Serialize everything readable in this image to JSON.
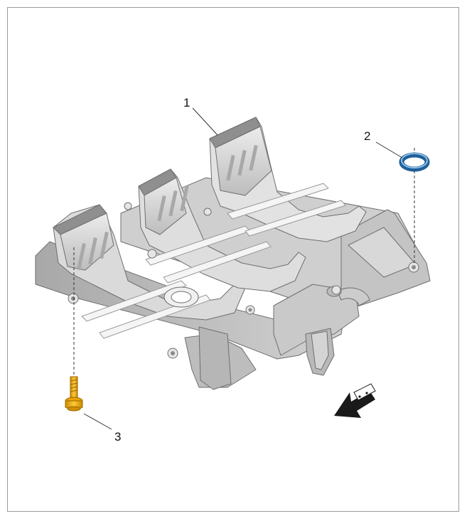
{
  "diagram": {
    "callouts": [
      {
        "id": "1",
        "label": "1",
        "part": "bearing-support"
      },
      {
        "id": "2",
        "label": "2",
        "part": "seal-ring"
      },
      {
        "id": "3",
        "label": "3",
        "part": "bolt"
      }
    ],
    "colors": {
      "casting_light": "#e3e3e3",
      "casting_mid": "#c7c7c7",
      "casting_dark": "#9c9c9c",
      "casting_edge": "#707070",
      "bolt": "#f0a800",
      "bolt_dark": "#b57a00",
      "ring": "#2f77b8",
      "ring_light": "#8cc0e8",
      "frame": "#9a9a9a"
    },
    "icons": [
      "front-of-vehicle-arrow-icon"
    ]
  }
}
